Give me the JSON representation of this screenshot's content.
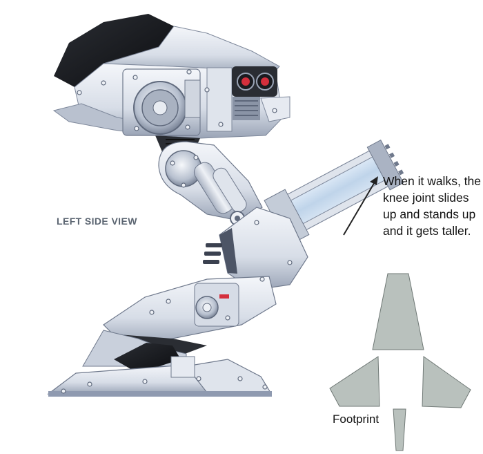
{
  "labels": {
    "side_view": "LEFT SIDE VIEW",
    "walk_note": "When it walks, the knee joint slides up and stands up and it gets taller.",
    "footprint": "Footprint"
  },
  "colors": {
    "armor_light": "#eef1f6",
    "armor_mid": "#c9d0dc",
    "armor_shade": "#8f9ab0",
    "armor_dark": "#606a7c",
    "black_panel": "#1c1e22",
    "glass_blue": "#cfe0f2",
    "sensor_red": "#d42f3c",
    "footprint_fill": "#b9c1bd",
    "footprint_stroke": "#6f7875"
  },
  "icons": [
    "bolt-icon",
    "sensor-icon",
    "arrow-up-icon"
  ]
}
